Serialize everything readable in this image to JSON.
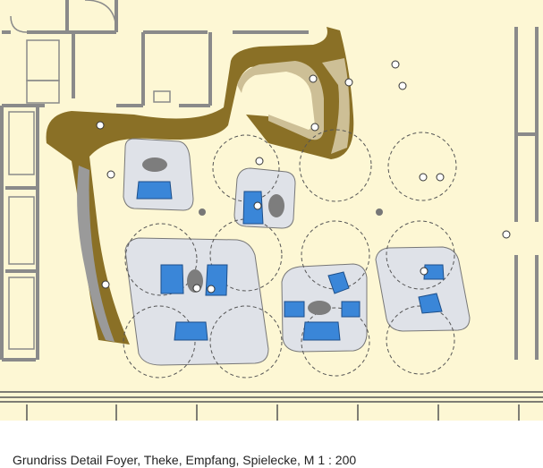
{
  "caption": "Grundriss Detail Foyer, Theke, Empfang, Spielecke, M 1 : 200",
  "colors": {
    "floor": "#fdf7d4",
    "wall": "#8a8a8a",
    "counter": "#8a7026",
    "counter_top": "#cdbf96",
    "zone_fill": "#dfe2e8",
    "chair": "#3a86d8",
    "table": "#7d7d7d",
    "circle": "#555555"
  },
  "icons": [
    "floor-plan",
    "person-figure",
    "armchair",
    "coffee-table",
    "column"
  ]
}
